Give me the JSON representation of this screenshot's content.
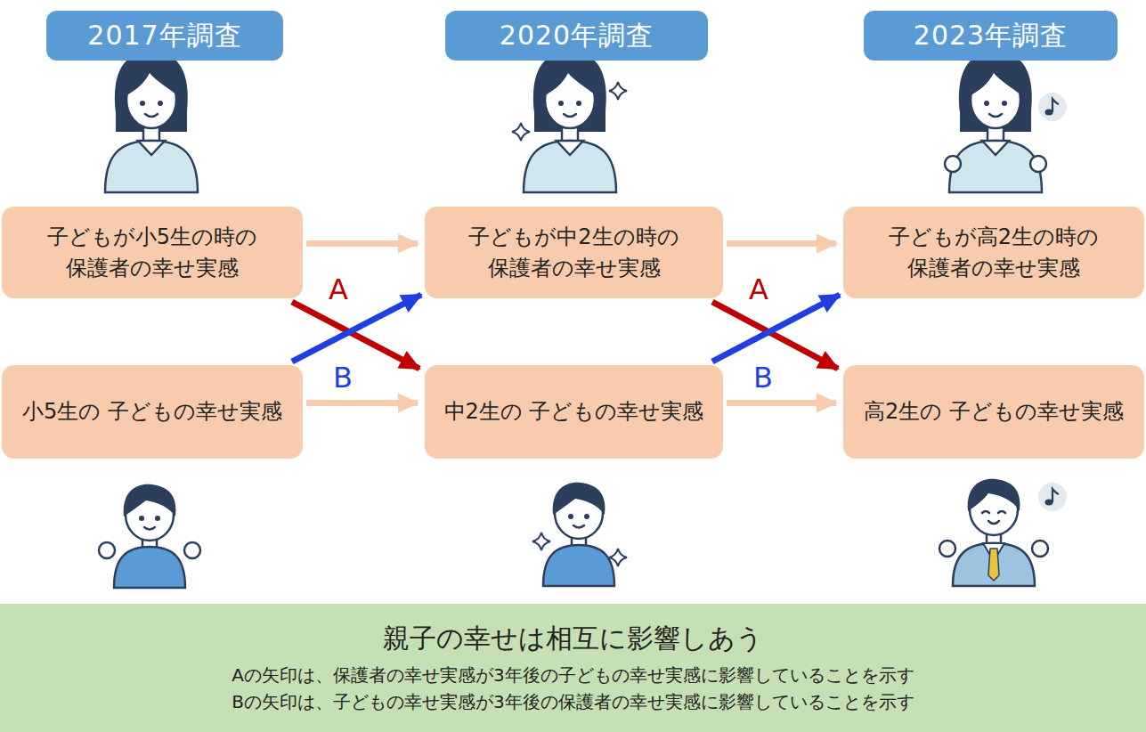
{
  "diagram": {
    "nodes": [
      {
        "text": [
          "2017年調査"
        ]
      },
      {
        "text": [
          "2020年調査"
        ]
      },
      {
        "text": [
          "2023年調査"
        ]
      },
      {
        "text": [
          "子どもが小5生の時の 保護者の幸せ実感"
        ]
      },
      {
        "text": [
          "子どもが中2生の時の 保護者の幸せ実感"
        ]
      },
      {
        "text": [
          "子どもが高2生の時の 保護者の幸せ実感"
        ]
      },
      {
        "text": [
          "小5生の 子どもの幸せ実感"
        ]
      },
      {
        "text": [
          "中2生の 子どもの幸せ実感"
        ]
      },
      {
        "text": [
          "高2生の 子どもの幸せ実感"
        ]
      },
      {
        "text": [
          "親子の幸せは相互に影響しあう",
          "Aの矢印は、保護者の幸せ実感が3年後の子どもの幸せ実感に影響していることを示す",
          "Bの矢印は、子どもの幸せ実感が3年後の保護者の幸せ実感に影響していることを示す"
        ]
      }
    ],
    "edges": [
      {
        "from": 3,
        "to": 4,
        "arrow": "to"
      },
      {
        "from": 4,
        "to": 5,
        "arrow": "to"
      },
      {
        "from": 6,
        "to": 7,
        "arrow": "to"
      },
      {
        "from": 7,
        "to": 8,
        "arrow": "to"
      },
      {
        "from": 3,
        "to": 7,
        "arrow": "to",
        "label": "A"
      },
      {
        "from": 6,
        "to": 4,
        "arrow": "to",
        "label": "B"
      },
      {
        "from": 4,
        "to": 8,
        "arrow": "to",
        "label": "A"
      },
      {
        "from": 7,
        "to": 5,
        "arrow": "to",
        "label": "B"
      }
    ]
  }
}
